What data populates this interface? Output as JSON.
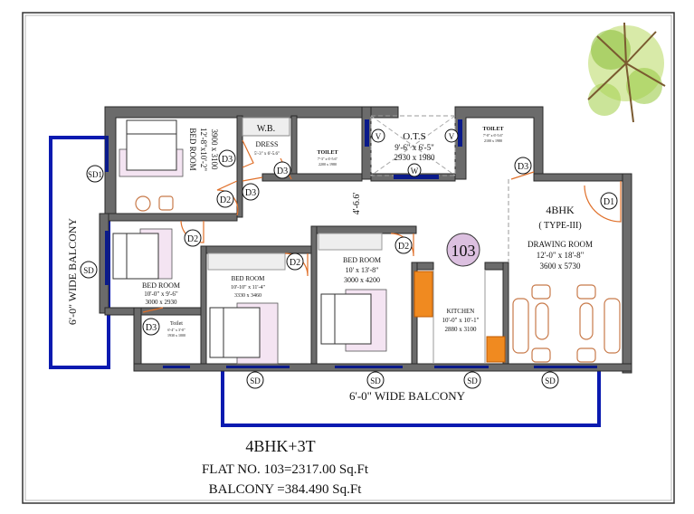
{
  "plan": {
    "flat_number": "103",
    "type_title": "4BHK",
    "type_subtitle": "( TYPE-III)",
    "rooms": {
      "bedroom_master": {
        "name": "BED ROOM",
        "size_ft": "12'-8\"x10'-2\"",
        "size_mm": "3900 x 3100"
      },
      "dress": {
        "name": "DRESS",
        "size_ft": "5'-3\" x 6'-5.6\"",
        "wb": "W.B."
      },
      "toilet_1": {
        "name": "TOILET",
        "size_ft": "7'-3\" x 6'-5.6\"",
        "size_mm": "2200 x 1980"
      },
      "ots": {
        "name": "O.T.S",
        "size_ft": "9'-6\" x 6'-5\"",
        "size_mm": "2930 x 1980"
      },
      "toilet_2": {
        "name": "TOILET",
        "size_ft": "7'-0\" x 6'-5.6\"",
        "size_mm": "2100 x 1980"
      },
      "bedroom_left": {
        "name": "BED ROOM",
        "size_ft": "10'-0\" x 9'-6\"",
        "size_mm": "3000 x 2930"
      },
      "toilet_3": {
        "name": "Toilet",
        "size_ft": "6'-4\" x 3'-0\"",
        "size_mm": "1930 x 1000"
      },
      "bedroom_mid": {
        "name": "BED ROOM",
        "size_ft": "10'-10\" x 11'-4\"",
        "size_mm": "3330 x 3460"
      },
      "bedroom_right": {
        "name": "BED ROOM",
        "size_ft": "10' x 13'-8\"",
        "size_mm": "3000 x 4200"
      },
      "kitchen": {
        "name": "KITCHEN",
        "size_ft": "10'-0\" x 10'-1\"",
        "size_mm": "2880 x 3100"
      },
      "drawing_room": {
        "name": "DRAWING ROOM",
        "size_ft": "12'-0\" x 18'-8\"",
        "size_mm": "3600 x 5730"
      }
    },
    "passage_width": "4'-6.6'",
    "balcony_left_label": "6'-0\" WIDE BALCONY",
    "balcony_bottom_label": "6'-0\"  WIDE BALCONY",
    "tags": {
      "D1": "D1",
      "D2": "D2",
      "D3": "D3",
      "SD": "SD",
      "SD1": "SD1",
      "V": "V",
      "W": "W"
    }
  },
  "summary": {
    "config": "4BHK+3T",
    "flat_area": "FLAT NO. 103=2317.00 Sq.Ft",
    "balcony_area": "BALCONY =384.490 Sq.Ft"
  },
  "colors": {
    "wall": "#6b6b6b",
    "window": "#0a1a8a",
    "door": "#e0702a",
    "badge": "#dcc0e0"
  }
}
